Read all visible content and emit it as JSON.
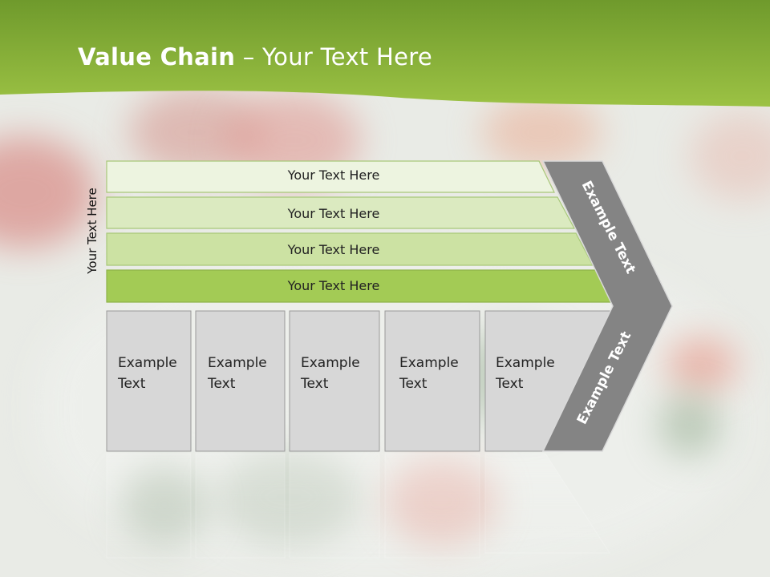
{
  "slide": {
    "title_bold": "Value Chain",
    "title_rest": " – Your Text Here",
    "side_label": "Your Text Here",
    "bars": [
      {
        "label": "Your Text Here"
      },
      {
        "label": "Your Text Here"
      },
      {
        "label": "Your Text Here"
      },
      {
        "label": "Your Text Here"
      }
    ],
    "boxes": [
      {
        "line1": "Example",
        "line2": "Text"
      },
      {
        "line1": "Example",
        "line2": "Text"
      },
      {
        "line1": "Example",
        "line2": "Text"
      },
      {
        "line1": "Example",
        "line2": "Text"
      },
      {
        "line1": "Example",
        "line2": "Text"
      }
    ],
    "chevron_top_label": "Example Text",
    "chevron_bottom_label": "Example Text"
  },
  "colors": {
    "header_green": "#8cb83a",
    "bar_fills": [
      "#edf4e0",
      "#dbeac0",
      "#cce2a3",
      "#a3cb55"
    ],
    "box_fill": "#d7d7d7",
    "chevron_fill": "#848484"
  }
}
